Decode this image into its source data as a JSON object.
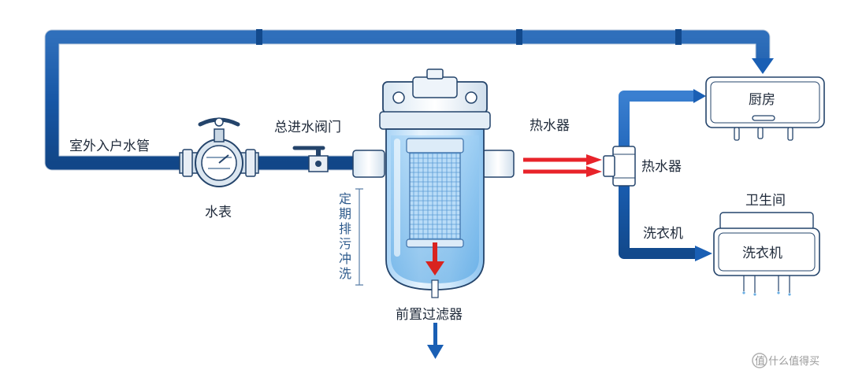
{
  "labels": {
    "outdoor_pipe": "室外入户水管",
    "water_meter": "水表",
    "main_valve": "总进水阀门",
    "periodic_flush": [
      "定",
      "期",
      "排",
      "污",
      "冲",
      "洗"
    ],
    "pre_filter": "前置过滤器",
    "heater_flow": "热水器",
    "heater_junction": "热水器",
    "kitchen": "厨房",
    "bathroom": "卫生间",
    "washer_pipe": "洗衣机",
    "washer": "洗衣机",
    "watermark": "值 什么值得买"
  },
  "colors": {
    "pipe": "#1a5fb4",
    "pipe_dark": "#12498c",
    "hot_arrow": "#e8232a",
    "drain_arrow": "#d9231f",
    "filter_body": "#cfe6fb",
    "filter_water": "#7cc0f0",
    "text": "#1f2a3a"
  }
}
